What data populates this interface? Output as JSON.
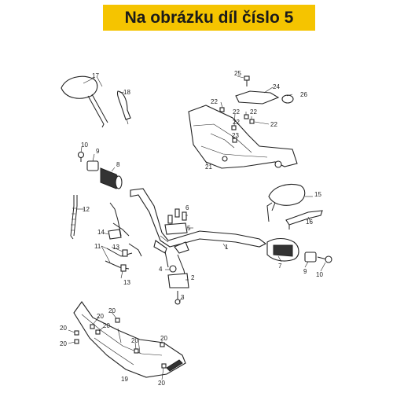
{
  "header": {
    "title": "Na obrázku díl číslo 5",
    "background": "#f5c400"
  },
  "callouts": {
    "c1": "1",
    "c2": "2",
    "c3": "3",
    "c4": "4",
    "c5": "5",
    "c6": "6",
    "c7": "7",
    "c8": "8",
    "c9a": "9",
    "c9b": "9",
    "c10a": "10",
    "c10b": "10",
    "c11": "11",
    "c12": "12",
    "c13a": "13",
    "c13b": "13",
    "c14": "14",
    "c15": "15",
    "c16": "16",
    "c17": "17",
    "c18": "18",
    "c19": "19",
    "c20a": "20",
    "c20b": "20",
    "c20c": "20",
    "c20d": "20",
    "c20e": "20",
    "c20f": "20",
    "c20g": "20",
    "c20h": "20",
    "c21": "21",
    "c22a": "22",
    "c22b": "22",
    "c22c": "22",
    "c22d": "22",
    "c22e": "22",
    "c23": "23",
    "c24": "24",
    "c25": "25",
    "c26": "26"
  }
}
